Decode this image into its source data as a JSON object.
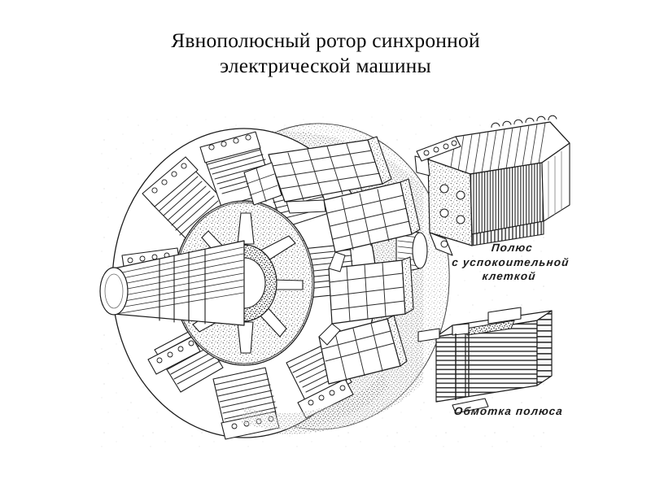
{
  "slide": {
    "title": "Явнополюсный ротор  синхронной\nэлектрической машины",
    "background_color": "#ffffff",
    "ink_color": "#1a1a1a"
  },
  "figure": {
    "name": "salient-pole-rotor-illustration",
    "kind": "engineering line drawing",
    "main_assembly": {
      "name": "salient pole rotor assembly",
      "pole_count_visible": 8,
      "parts": [
        "shaft",
        "spider hub",
        "spokes",
        "pole core",
        "pole shoe",
        "pole winding",
        "damper cage",
        "keeper plates"
      ]
    },
    "detail_views": [
      {
        "id": "pole-with-damper-cage",
        "label": "Полюс\nс успокоительной\nклеткой"
      },
      {
        "id": "pole-winding",
        "label": "Обмотка полюса"
      }
    ]
  },
  "labels": {
    "pole_with_damper_cage": "Полюс\nс успокоительной\nклеткой",
    "pole_winding": "Обмотка полюса"
  }
}
